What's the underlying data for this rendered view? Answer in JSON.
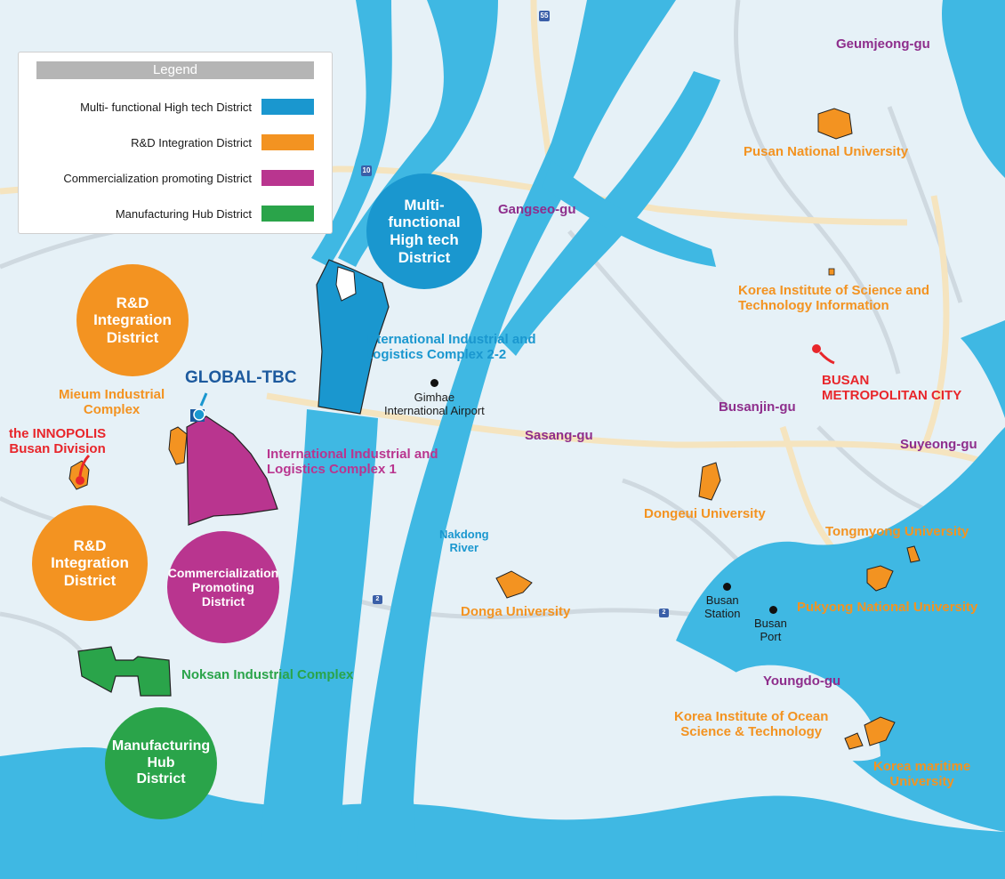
{
  "legend": {
    "title": "Legend",
    "items": [
      {
        "label": "Multi- functional High tech District",
        "color": "#1a97cf"
      },
      {
        "label": "R&D Integration District",
        "color": "#f39321"
      },
      {
        "label": "Commercialization promoting District",
        "color": "#b9358f"
      },
      {
        "label": "Manufacturing Hub District",
        "color": "#2aa44a"
      }
    ]
  },
  "circles": {
    "multi": "Multi-\nfunctional\nHigh tech\nDistrict",
    "rnd_top": "R&D\nIntegration\nDistrict",
    "rnd_bottom": "R&D\nIntegration\nDistrict",
    "commercial": "Commercialization\nPromoting\nDistrict",
    "manufacturing": "Manufacturing\nHub\nDistrict"
  },
  "districts_gu": {
    "geumjeong": "Geumjeong-gu",
    "gangseo": "Gangseo-gu",
    "busanjin": "Busanjin-gu",
    "sasang": "Sasang-gu",
    "suyeong": "Suyeong-gu",
    "youngdo": "Youngdo-gu"
  },
  "places": {
    "pusan_univ": "Pusan National University",
    "kisti_1": "Korea Institute of Science and",
    "kisti_2": "Technology Information",
    "busan_city_1": "BUSAN",
    "busan_city_2": "METROPOLITAN CITY",
    "intl_22_1": "International Industrial and",
    "intl_22_2": "Logistics Complex 2-2",
    "intl_1_1": "International Industrial and",
    "intl_1_2": "Logistics Complex 1",
    "global_tbc": "GLOBAL-TBC",
    "mieum_1": "Mieum Industrial",
    "mieum_2": "Complex",
    "innopolis_1": "the INNOPOLIS",
    "innopolis_2": "Busan Division",
    "airport_1": "Gimhae",
    "airport_2": "International Airport",
    "dongeui": "Dongeui University",
    "tongmyong": "Tongmyong  University",
    "pukyong": "Pukyong National University",
    "nakdong_1": "Nakdong",
    "nakdong_2": "River",
    "donga": "Donga University",
    "busan_station_1": "Busan",
    "busan_station_2": "Station",
    "busan_port_1": "Busan",
    "busan_port_2": "Port",
    "noksan": "Noksan Industrial Complex",
    "kiost_1": "Korea Institute of Ocean",
    "kiost_2": "Science & Technology",
    "maritime_1": "Korea maritime",
    "maritime_2": "University"
  },
  "roads": {
    "r10": "10",
    "r2a": "2",
    "r2b": "2",
    "r55": "55"
  },
  "colors": {
    "water": "#3fb8e3",
    "land": "#e6f1f7",
    "road": "#f5e4bf",
    "blue": "#1a97cf",
    "orange": "#f39321",
    "magenta": "#b9358f",
    "green": "#2aa44a",
    "purple": "#8e2e8c",
    "red": "#e8262b"
  }
}
